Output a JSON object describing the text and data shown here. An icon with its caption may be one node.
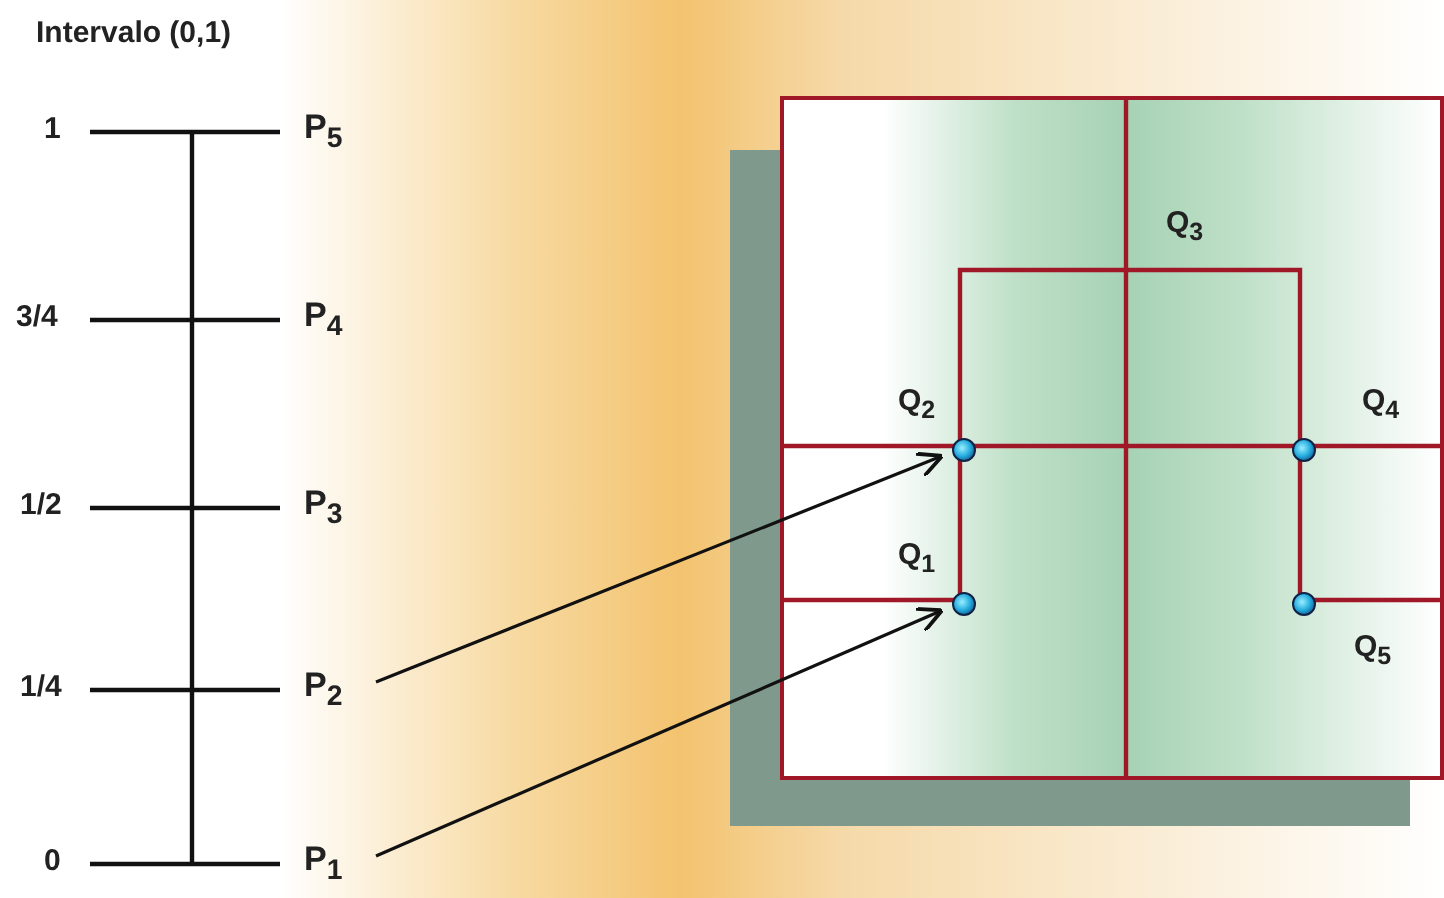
{
  "diagram": {
    "title": "Intervalo (0,1)",
    "nodes": [
      {
        "text": [
          "P$_{5}$"
        ]
      },
      {
        "text": [
          "P$_{4}$"
        ]
      },
      {
        "text": [
          "P$_{3}$"
        ]
      },
      {
        "text": [
          "P$_{2}$"
        ]
      },
      {
        "text": [
          "P$_{1}$"
        ]
      },
      {
        "text": [],
        "shape": "box"
      },
      {
        "text": [],
        "shape": "circle",
        "in": 5,
        "beside": [
          "Q$_{2}$"
        ]
      },
      {
        "text": [],
        "shape": "circle",
        "in": 5,
        "beside": [
          "Q$_{4}$"
        ]
      },
      {
        "text": [],
        "shape": "circle",
        "in": 5,
        "beside": [
          "Q$_{1}$"
        ]
      },
      {
        "text": [],
        "shape": "circle",
        "in": 5,
        "beside": [
          "Q$_{5}$"
        ]
      }
    ],
    "edges": [
      {
        "from": 3,
        "to": 6,
        "arrow": "to"
      },
      {
        "from": 4,
        "to": 8,
        "arrow": "to"
      }
    ],
    "labels": [
      "1",
      "3/4",
      "1/2",
      "1/4",
      "0",
      "Q$_{3}$"
    ]
  }
}
